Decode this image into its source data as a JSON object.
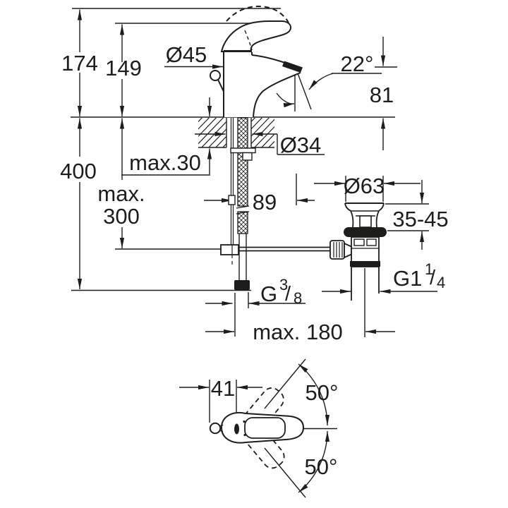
{
  "drawing": {
    "type": "faucet-installation-dimension-drawing",
    "colors": {
      "line": "#1d1d1b",
      "background": "#ffffff"
    },
    "dims": {
      "h_total_open": "174",
      "h_body": "149",
      "dia_body": "Ø45",
      "spout_angle": "22°",
      "spout_height": "81",
      "deck_max": "max.30",
      "dia_hole": "Ø34",
      "depth_total": "400",
      "rod_max_1": "max.",
      "rod_max_2": "300",
      "spout_reach": "89",
      "dia_waste": "Ø63",
      "basin_range": "35-45",
      "g38_g": "G",
      "g38_sup": "3",
      "g38_slash": "/",
      "g38_sub": "8",
      "g114_g": "G1",
      "g114_sup": "1",
      "g114_slash": "/",
      "g114_sub": "4",
      "offset_max": "max. 180",
      "handle_offset": "41",
      "swing_up": "50°",
      "swing_down": "50°"
    }
  }
}
